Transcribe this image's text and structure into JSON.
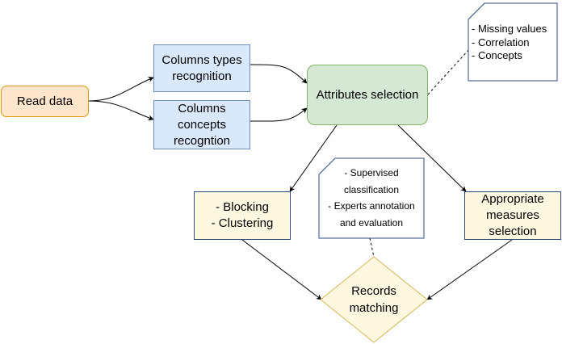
{
  "nodes": {
    "read_data": "Read data",
    "columns_types": "Columns types\nrecognition",
    "columns_concepts": "Columns\nconcepts\nrecogntion",
    "attributes_selection": "Attributes selection",
    "blocking_clustering": "- Blocking\n- Clustering",
    "appropriate_measures": "Appropriate\nmeasures\nselection",
    "records_matching": "Records\nmatching"
  },
  "notes": {
    "attributes_note": "- Missing values\n- Correlation\n- Concepts",
    "matching_note": "- Supervised\nclassification\n- Experts annotation\nand evaluation"
  },
  "colors": {
    "read_fill": "#ffe6cc",
    "read_stroke": "#d79b00",
    "blue_fill": "#dae8fc",
    "blue_stroke": "#6c8ebf",
    "green_fill": "#d5e8d4",
    "green_stroke": "#82b366",
    "yellow_fill": "#fff8e1",
    "dark_stroke": "#2e4a86",
    "diamond_fill": "#fff8e1",
    "diamond_stroke": "#d6b656",
    "edge": "#000000"
  }
}
